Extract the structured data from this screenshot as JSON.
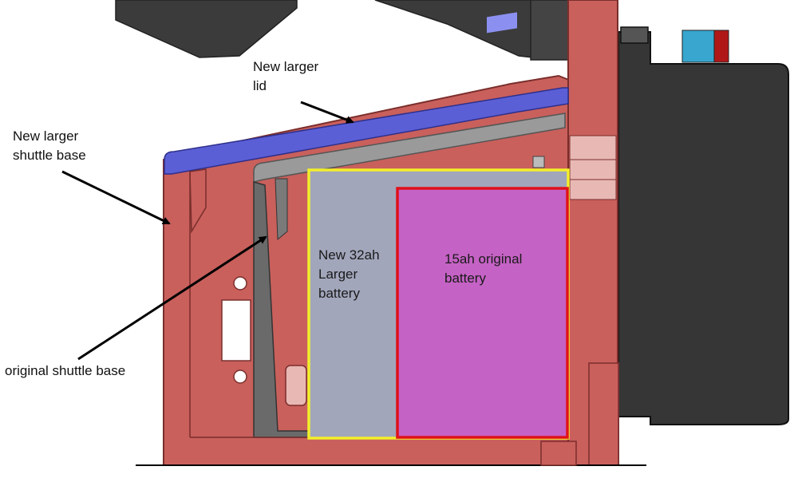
{
  "labels": {
    "new_lid": "New larger\nlid",
    "new_base": "New larger\nshuttle base",
    "original_base": "original shuttle base",
    "new_battery": "New 32ah\nLarger\nbattery",
    "original_battery": "15ah original\nbattery"
  },
  "colors": {
    "base_body": "#c9605c",
    "base_edge": "#7a2e2c",
    "lid": "#5b5fd6",
    "inner_lid": "#9a9a9a",
    "motor": "#3a3a3a",
    "new_battery_fill": "#a2a6bb",
    "new_battery_outline": "#f2ef2a",
    "original_battery_fill": "#c562c5",
    "original_battery_outline": "#e0101a",
    "connector_blue": "#38a6cf",
    "connector_red": "#b01818",
    "arrow": "#000000"
  }
}
